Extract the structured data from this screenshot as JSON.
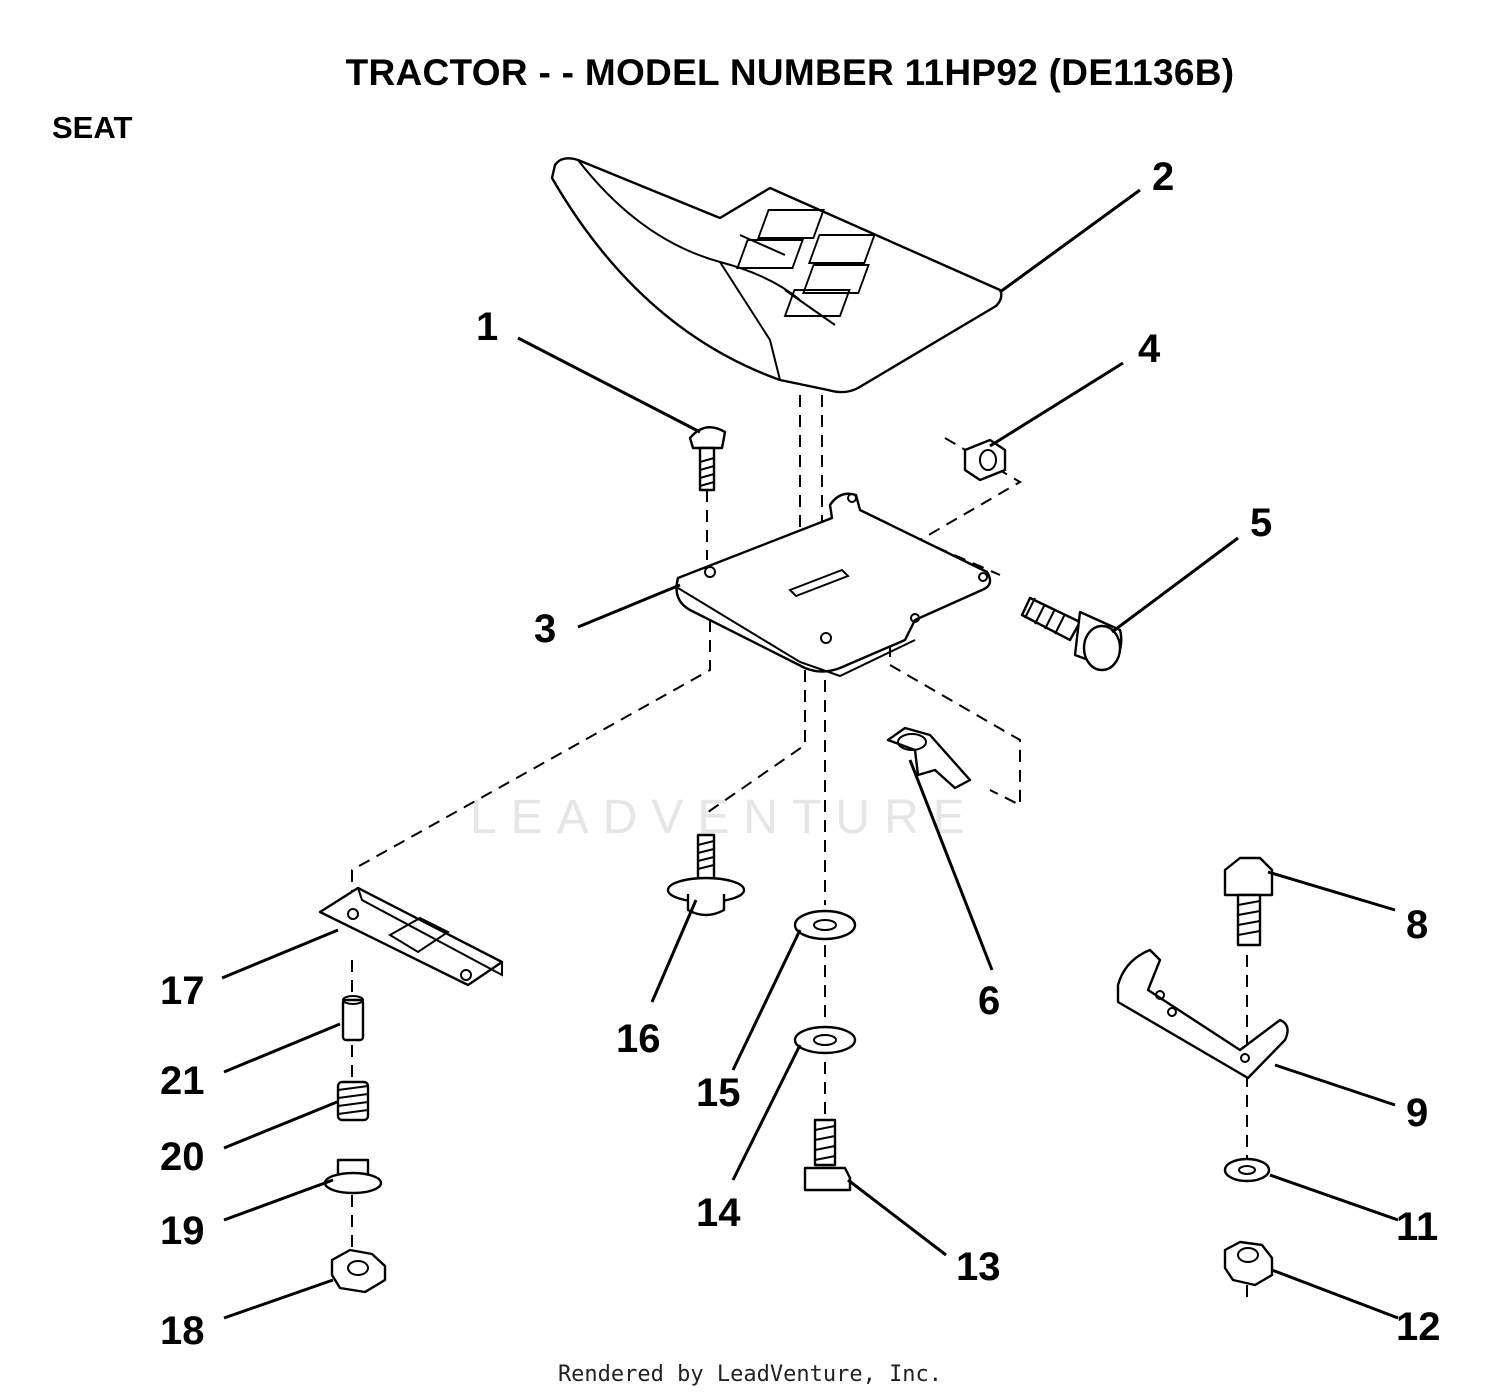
{
  "header": {
    "title": "TRACTOR - - MODEL NUMBER 11HP92 (DE1136B)",
    "section": "SEAT"
  },
  "watermark": "LEADVENTURE",
  "footer": {
    "credit": "Rendered by LeadVenture, Inc."
  },
  "callouts": [
    "1",
    "2",
    "3",
    "4",
    "5",
    "6",
    "8",
    "9",
    "11",
    "12",
    "13",
    "14",
    "15",
    "16",
    "17",
    "18",
    "19",
    "20",
    "21"
  ]
}
